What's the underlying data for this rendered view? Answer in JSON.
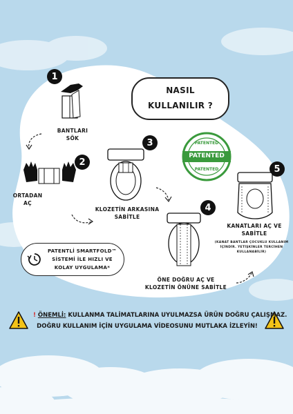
{
  "title": {
    "line1": "NASIL",
    "line2": "KULLANILIR ?"
  },
  "steps": [
    {
      "number": "1",
      "caption_line1": "BANTLARI",
      "caption_line2": "SÖK"
    },
    {
      "number": "2",
      "caption_line1": "ORTADAN",
      "caption_line2": "AÇ"
    },
    {
      "number": "3",
      "caption_line1": "KLOZETİN ARKASINA",
      "caption_line2": "SABİTLE"
    },
    {
      "number": "4",
      "caption_line1": "ÖNE DOĞRU AÇ VE",
      "caption_line2": "KLOZETİN ÖNÜNE SABİTLE"
    },
    {
      "number": "5",
      "caption_line1": "KANATLARI AÇ VE",
      "caption_line2": "SABİTLE",
      "note_line1": "(KANAT BANTLAR ÇOCUKLU KULLANIM",
      "note_line2": "İÇİNDİR. YETİŞKİNLER TERCİHEN",
      "note_line3": "KULLANABİLİR)"
    }
  ],
  "seal": {
    "top_text": "PATENTED",
    "band_text": "PATENTED",
    "bottom_text": "PATENTED"
  },
  "smartfold": {
    "line1": "PATENTLİ SMARTFOLD™",
    "line2": "SİSTEMİ İLE HIZLI VE",
    "line3": "KOLAY UYGULAMA*"
  },
  "warning": {
    "mark": "!",
    "line1_bold": "ÖNEMLİ:",
    "line1_rest": "KULLANMA TALİMATLARINA UYULMAZSA ÜRÜN DOĞRU ÇALIŞMAZ.",
    "line2": "DOĞRU KULLANIM İÇİN UYGULAMA VİDEOSUNU MUTLAKA İZLEYİN!"
  },
  "colors": {
    "sky": "#b9d9ec",
    "seal_green": "#3a9a3c",
    "warning_yellow": "#f3c318",
    "ink": "#111111"
  }
}
